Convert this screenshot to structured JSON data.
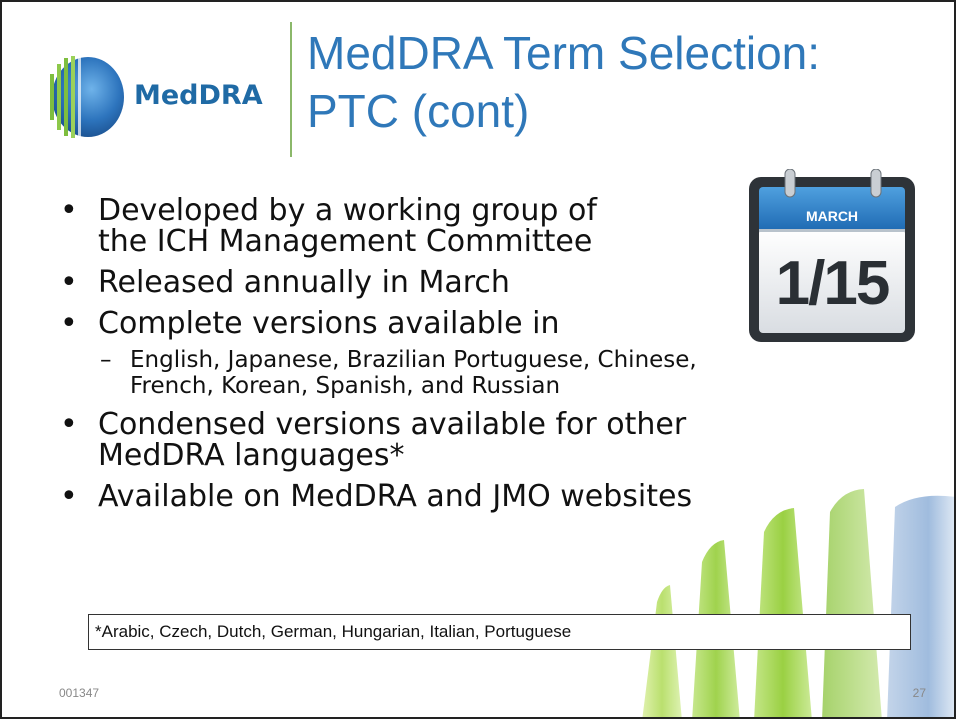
{
  "logo": {
    "text": "MedDRA"
  },
  "title": {
    "line1": "MedDRA Term Selection:",
    "line2": "PTC (cont)"
  },
  "calendar": {
    "month": "MARCH",
    "date": "1/15"
  },
  "bullets": [
    {
      "lines": [
        "Developed by a working group of",
        "the ICH Management Committee"
      ]
    },
    {
      "lines": [
        "Released annually in March"
      ]
    },
    {
      "lines": [
        "Complete versions available in"
      ]
    },
    {
      "lines": [
        "Condensed versions available for other",
        "MedDRA languages*"
      ]
    },
    {
      "lines": [
        "Available on MedDRA and JMO websites"
      ]
    }
  ],
  "sub_bullet": {
    "dash": "–",
    "lines": [
      "English, Japanese, Brazilian Portuguese, Chinese,",
      "French, Korean, Spanish, and Russian"
    ]
  },
  "footnote": "*Arabic, Czech, Dutch, German, Hungarian, Italian, Portuguese",
  "footer": {
    "code": "001347",
    "page": "27"
  },
  "colors": {
    "title": "#2f78b9",
    "logo_blue": "#1f6aa5",
    "accent_green": "#8bb86a"
  }
}
